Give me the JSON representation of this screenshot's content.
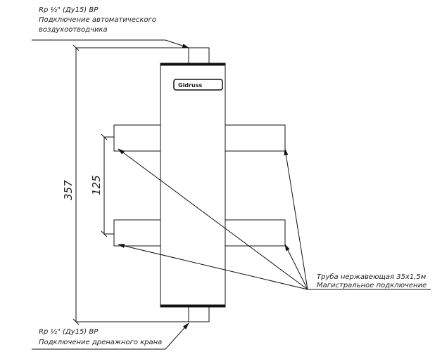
{
  "top_note": {
    "line1": "Rp ½\" (Ду15) ВР",
    "line2": "Подключение автоматического",
    "line3": "воздухоотводчика"
  },
  "bottom_note": {
    "line1": "Rp ½\" (Ду15) ВР",
    "line2": "Подключение дренажного крана"
  },
  "pipe_note": {
    "line1": "Труба нержавеющая 35х1,5м",
    "line2": "Магистральное подключение"
  },
  "dimensions": {
    "overall_height": "357",
    "pipe_spacing": "125"
  },
  "logo_text": "Gidruss",
  "colors": {
    "line": "#111111",
    "body_fill": "#ffffff"
  }
}
